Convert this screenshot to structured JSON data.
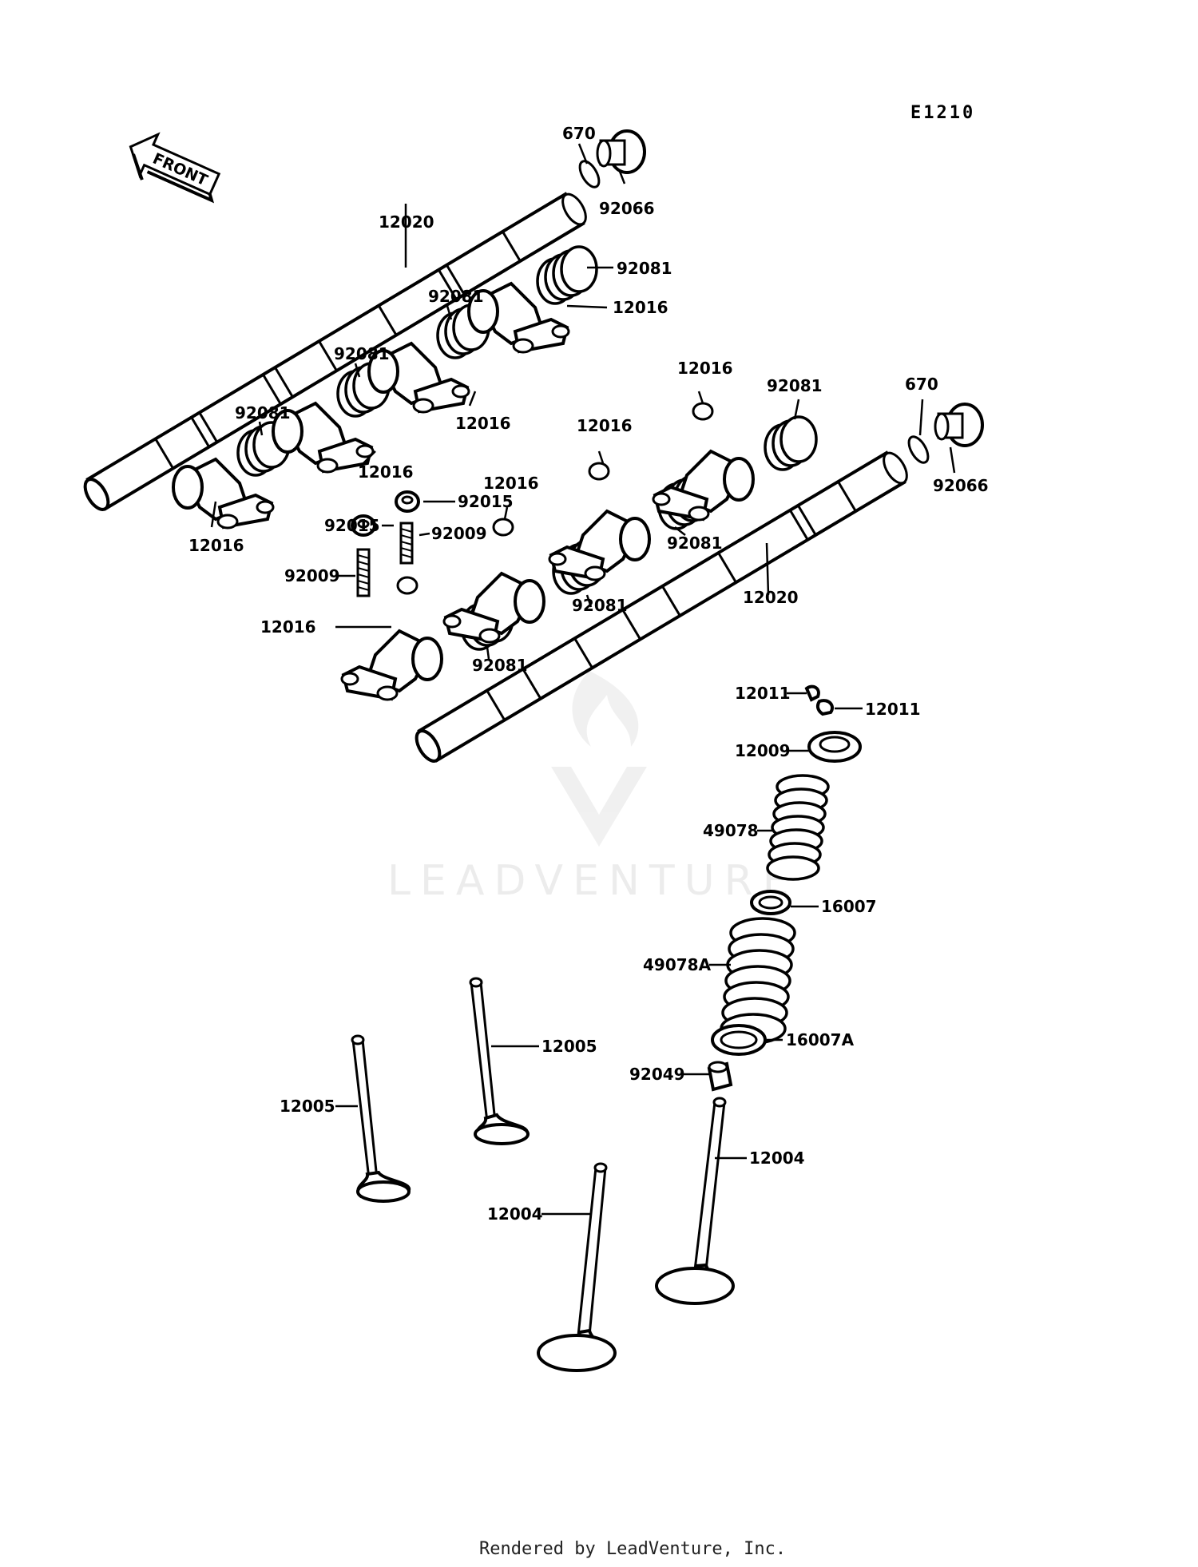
{
  "diagram_code": "E1210",
  "front_label": "FRONT",
  "watermark": "LEADVENTURE",
  "footer": "Rendered by LeadVenture, Inc.",
  "callouts": [
    {
      "id": "c670a",
      "text": "670"
    },
    {
      "id": "c92066a",
      "text": "92066"
    },
    {
      "id": "c12020a",
      "text": "12020"
    },
    {
      "id": "c92081a",
      "text": "92081"
    },
    {
      "id": "c12016a",
      "text": "12016"
    },
    {
      "id": "c92081b",
      "text": "92081"
    },
    {
      "id": "c92081c",
      "text": "92081"
    },
    {
      "id": "c12016b",
      "text": "12016"
    },
    {
      "id": "c92081d",
      "text": "92081"
    },
    {
      "id": "c12016c",
      "text": "12016"
    },
    {
      "id": "c12016d",
      "text": "12016"
    },
    {
      "id": "c12016e",
      "text": "12016"
    },
    {
      "id": "c92081e",
      "text": "92081"
    },
    {
      "id": "c670b",
      "text": "670"
    },
    {
      "id": "c92066b",
      "text": "92066"
    },
    {
      "id": "c12016f",
      "text": "12016"
    },
    {
      "id": "c92015a",
      "text": "92015"
    },
    {
      "id": "c12016g",
      "text": "12016"
    },
    {
      "id": "c92015b",
      "text": "92015"
    },
    {
      "id": "c92009a",
      "text": "92009"
    },
    {
      "id": "c92081f",
      "text": "92081"
    },
    {
      "id": "c92009b",
      "text": "92009"
    },
    {
      "id": "c92081g",
      "text": "92081"
    },
    {
      "id": "c12020b",
      "text": "12020"
    },
    {
      "id": "c12016h",
      "text": "12016"
    },
    {
      "id": "c92081h",
      "text": "92081"
    },
    {
      "id": "c12011a",
      "text": "12011"
    },
    {
      "id": "c12011b",
      "text": "12011"
    },
    {
      "id": "c12009",
      "text": "12009"
    },
    {
      "id": "c49078",
      "text": "49078"
    },
    {
      "id": "c16007",
      "text": "16007"
    },
    {
      "id": "c49078A",
      "text": "49078A"
    },
    {
      "id": "c12005a",
      "text": "12005"
    },
    {
      "id": "c16007A",
      "text": "16007A"
    },
    {
      "id": "c92049",
      "text": "92049"
    },
    {
      "id": "c12005b",
      "text": "12005"
    },
    {
      "id": "c12004a",
      "text": "12004"
    },
    {
      "id": "c12004b",
      "text": "12004"
    }
  ]
}
